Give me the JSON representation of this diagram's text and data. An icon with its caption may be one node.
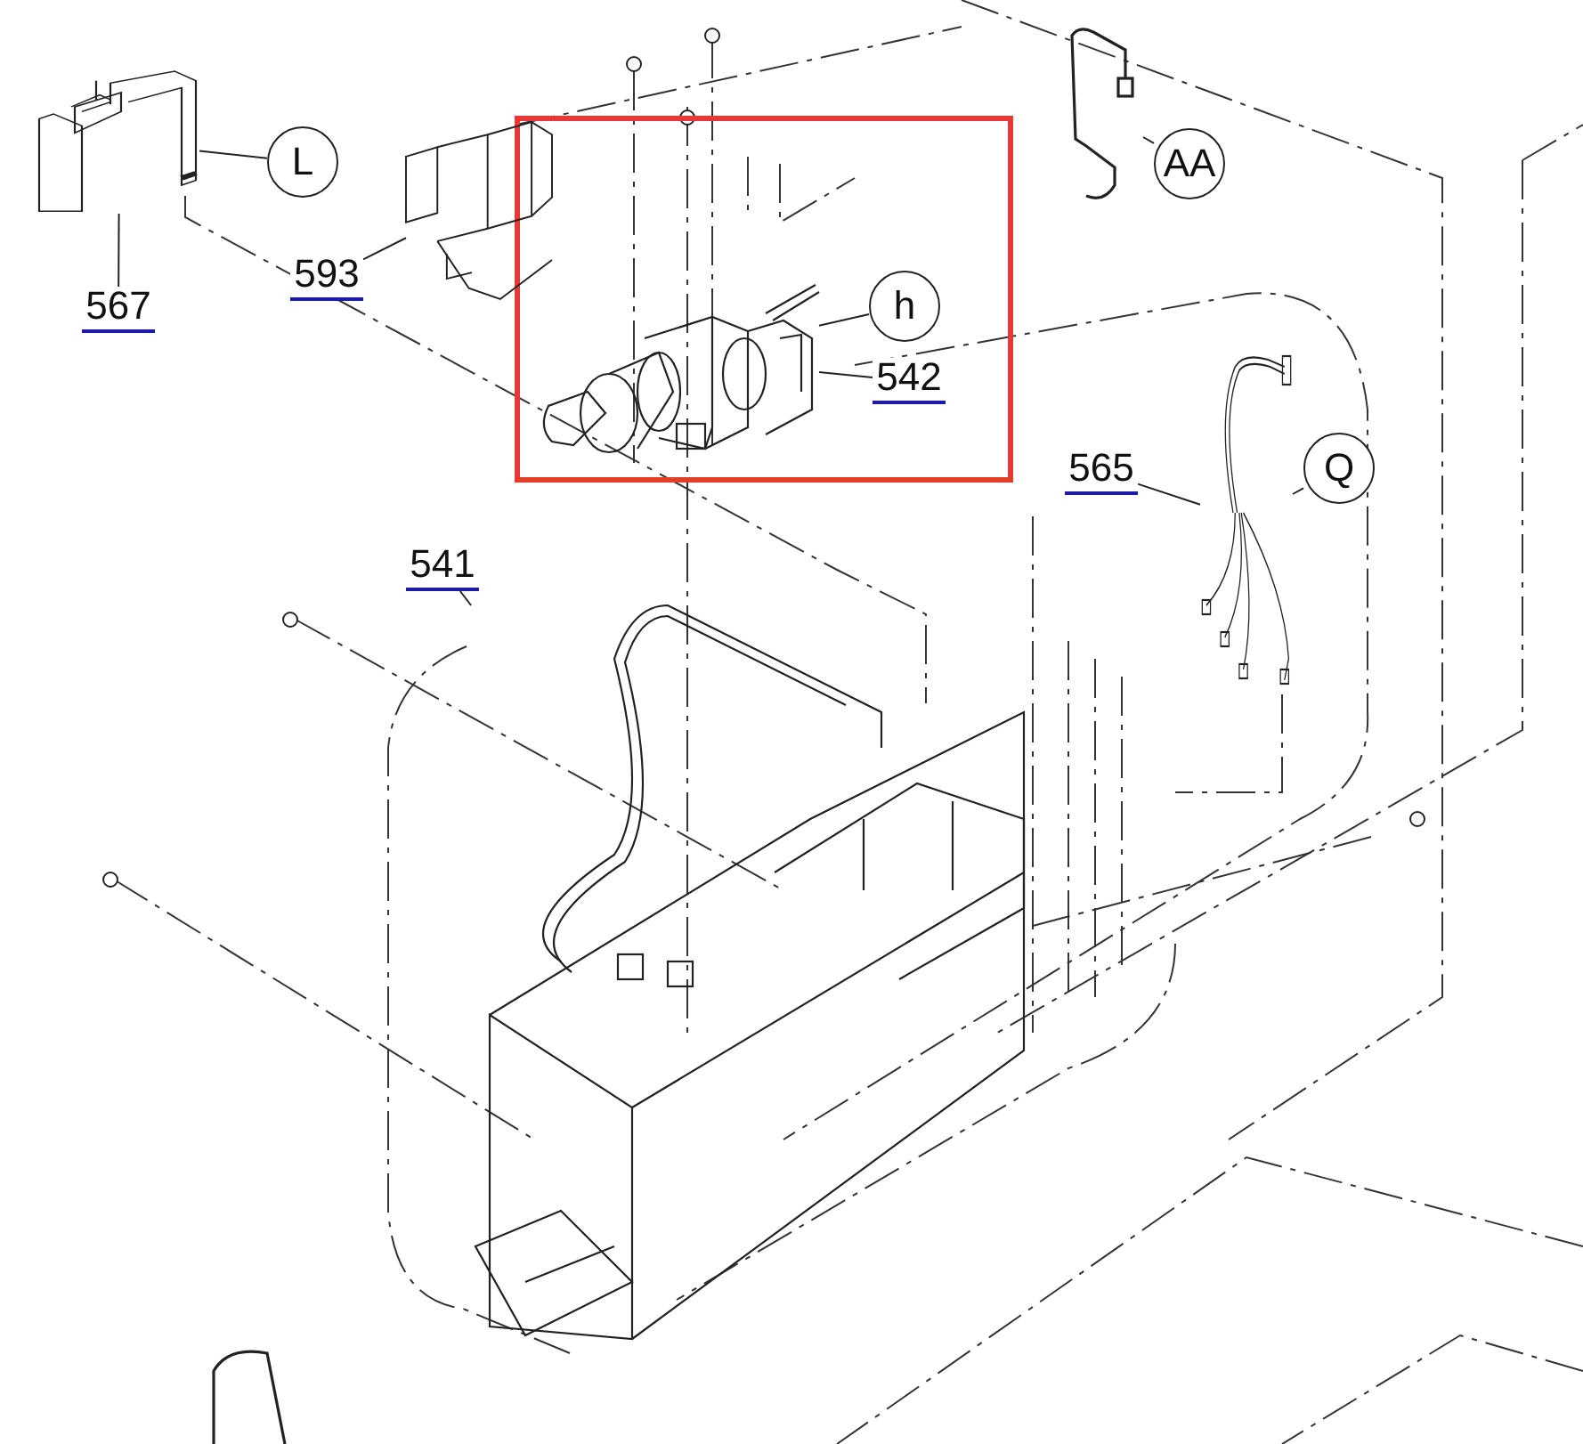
{
  "diagram": {
    "nodes": [
      {
        "text": [
          "L"
        ]
      },
      {
        "text": [
          "567"
        ]
      },
      {
        "text": [
          "593"
        ]
      },
      {
        "text": [
          "AA"
        ]
      },
      {
        "text": [],
        "shape": "box"
      },
      {
        "text": [
          "h"
        ],
        "in": 4
      },
      {
        "text": [
          "542"
        ],
        "in": 4
      },
      {
        "text": [],
        "shape": "picture",
        "in": 4
      },
      {
        "text": [
          "565"
        ]
      },
      {
        "text": [
          "Q"
        ]
      },
      {
        "text": [
          "541"
        ]
      },
      {
        "text": [],
        "shape": "picture"
      },
      {
        "text": [],
        "shape": "picture"
      },
      {
        "text": [],
        "shape": "picture"
      },
      {
        "text": [],
        "shape": "picture"
      },
      {
        "text": [],
        "shape": "picture"
      }
    ],
    "edges": [
      {
        "from": 0,
        "to": 11,
        "arrow": "none"
      },
      {
        "from": 1,
        "to": 11,
        "arrow": "none"
      },
      {
        "from": 2,
        "to": 12,
        "arrow": "none"
      },
      {
        "from": 3,
        "to": 13,
        "arrow": "none"
      },
      {
        "from": 5,
        "to": 7,
        "arrow": "none"
      },
      {
        "from": 6,
        "to": 7,
        "arrow": "none"
      },
      {
        "from": 8,
        "to": 14,
        "arrow": "none"
      },
      {
        "from": 9,
        "to": 14,
        "arrow": "none"
      },
      {
        "from": 10,
        "to": 15,
        "arrow": "none"
      }
    ]
  }
}
